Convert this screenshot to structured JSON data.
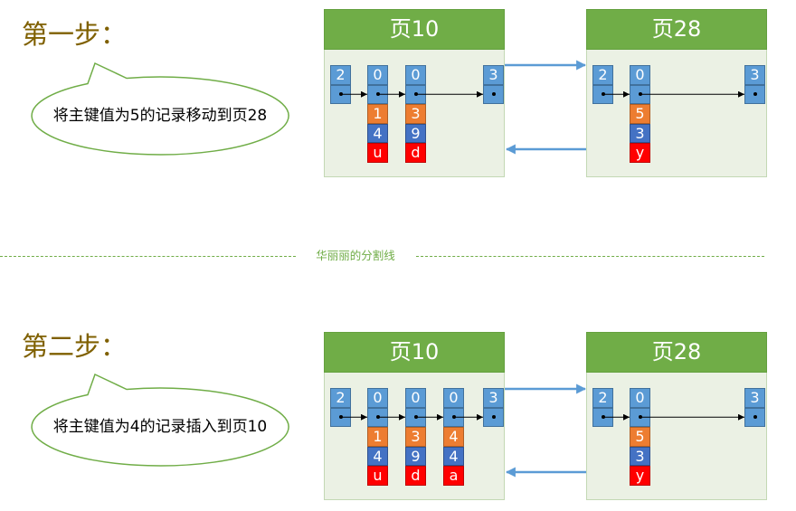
{
  "colors": {
    "step_label": "#7F6000",
    "page_header": "#70AD47",
    "page_body": "#EBF1E4",
    "record_header": "#5B9BD5",
    "primary_key_field": "#ED7D31",
    "second_field": "#4472C4",
    "third_field": "#FF0000",
    "page_link_arrow": "#5B9BD5",
    "bubble_border": "#70AD47",
    "divider": "#70AD47"
  },
  "divider": {
    "text": "华丽丽的分割线"
  },
  "steps": [
    {
      "label": "第一步：",
      "note": "将主键值为5的记录移动到页28",
      "pages": [
        {
          "title": "页10",
          "records": [
            {
              "type": "2"
            },
            {
              "type": "0",
              "fields": [
                "1",
                "4",
                "u"
              ]
            },
            {
              "type": "0",
              "fields": [
                "3",
                "9",
                "d"
              ]
            },
            {
              "type": "3"
            }
          ]
        },
        {
          "title": "页28",
          "records": [
            {
              "type": "2"
            },
            {
              "type": "0",
              "fields": [
                "5",
                "3",
                "y"
              ]
            },
            {
              "type": "3"
            }
          ]
        }
      ]
    },
    {
      "label": "第二步：",
      "note": "将主键值为4的记录插入到页10",
      "pages": [
        {
          "title": "页10",
          "records": [
            {
              "type": "2"
            },
            {
              "type": "0",
              "fields": [
                "1",
                "4",
                "u"
              ]
            },
            {
              "type": "0",
              "fields": [
                "3",
                "9",
                "d"
              ]
            },
            {
              "type": "0",
              "fields": [
                "4",
                "4",
                "a"
              ]
            },
            {
              "type": "3"
            }
          ]
        },
        {
          "title": "页28",
          "records": [
            {
              "type": "2"
            },
            {
              "type": "0",
              "fields": [
                "5",
                "3",
                "y"
              ]
            },
            {
              "type": "3"
            }
          ]
        }
      ]
    }
  ]
}
